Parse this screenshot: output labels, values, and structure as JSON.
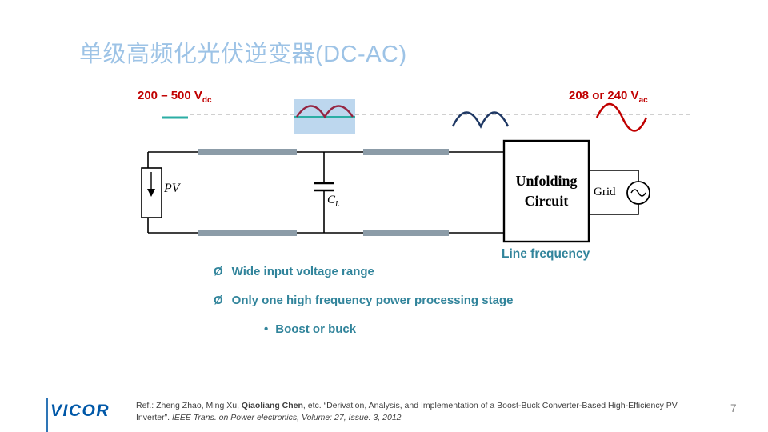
{
  "slide": {
    "title": "单级高频化光伏逆变器(DC-AC)",
    "page_number": "7"
  },
  "voltage_labels": {
    "input": "200 – 500 V",
    "input_sub": "dc",
    "output": "208 or 240 V",
    "output_sub": "ac"
  },
  "circuit": {
    "pv": "PV",
    "capacitor": "C",
    "capacitor_sub": "L",
    "unfolding_line1": "Unfolding",
    "unfolding_line2": "Circuit",
    "grid": "Grid",
    "line_frequency": "Line frequency"
  },
  "bullets": [
    {
      "marker": "Ø",
      "text": "Wide input voltage range"
    },
    {
      "marker": "Ø",
      "text": "Only one high frequency power processing stage"
    }
  ],
  "sub_bullets": [
    {
      "marker": "•",
      "text": "Boost or buck"
    }
  ],
  "footer": {
    "logo": "VICOR",
    "reference": {
      "part1": "Ref.: Zheng Zhao, Ming Xu, ",
      "part2_bold": "Qiaoliang Chen",
      "part3": ", etc. “Derivation, Analysis, and Implementation of a Boost‐Buck Converter-Based High-Efficiency PV Inverter”. ",
      "part4_italic": "IEEE Trans. on Power electronics, Volume: 27, Issue: 3, 2012"
    }
  },
  "colors": {
    "title_blue": "#9DC3E6",
    "dark_red": "#C00000",
    "maroon_wave": "#952642",
    "teal_text": "#31849B",
    "axis_teal": "#2BAEA4",
    "navy_wave": "#1F3864",
    "light_blue_box": "#BDD7EE",
    "transmission_gray": "#8C9CA8",
    "footer_blue": "#2E75B6"
  }
}
